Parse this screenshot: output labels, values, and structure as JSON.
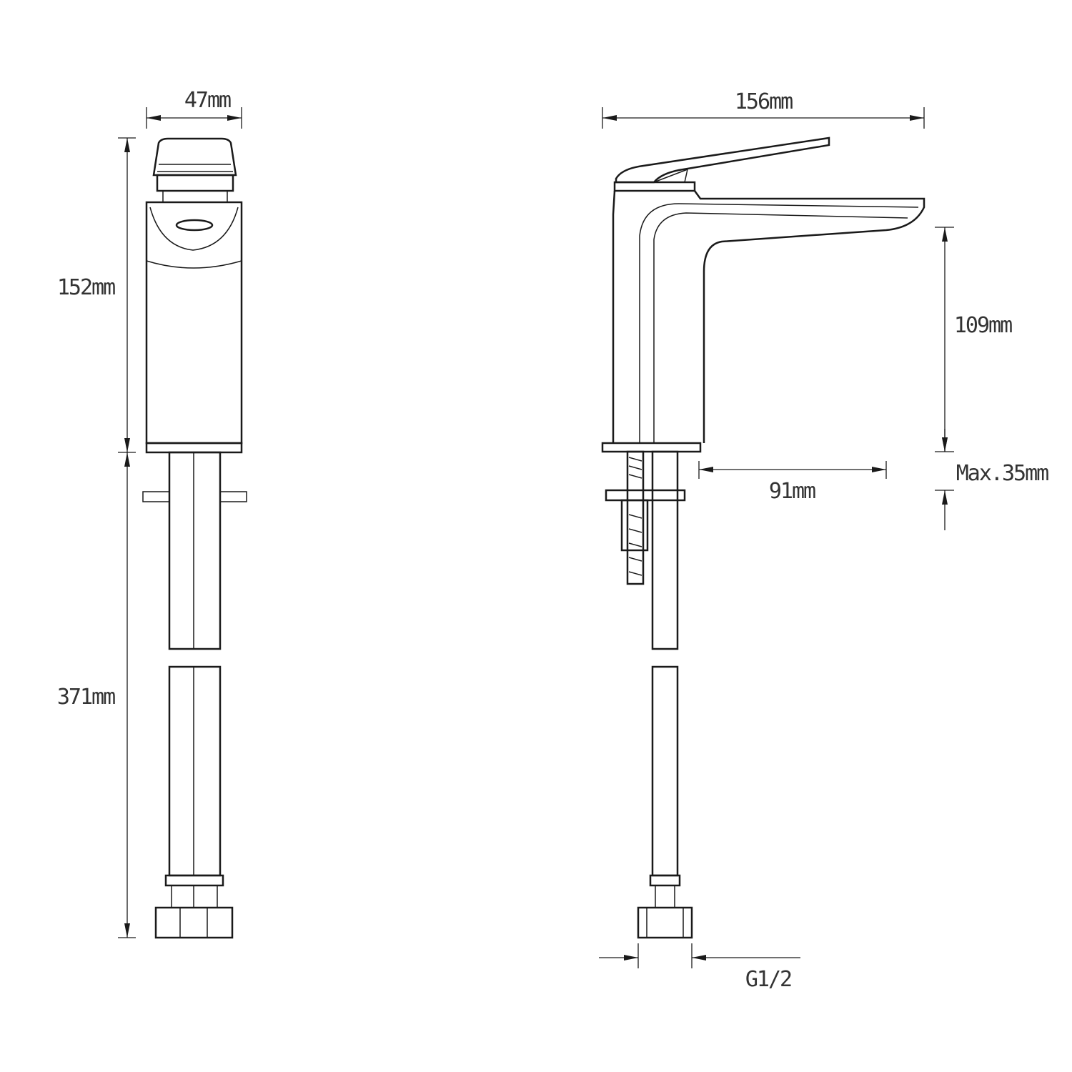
{
  "front_view": {
    "width_label": "47mm",
    "body_height_label": "152mm",
    "hose_length_label": "371mm"
  },
  "side_view": {
    "overall_length_label": "156mm",
    "spout_height_label": "109mm",
    "max_deck_thickness_label": "Max.35mm",
    "spout_reach_label": "91mm",
    "thread_size_label": "G1/2"
  },
  "colors": {
    "line": "#1a1a1a",
    "background": "#ffffff"
  }
}
